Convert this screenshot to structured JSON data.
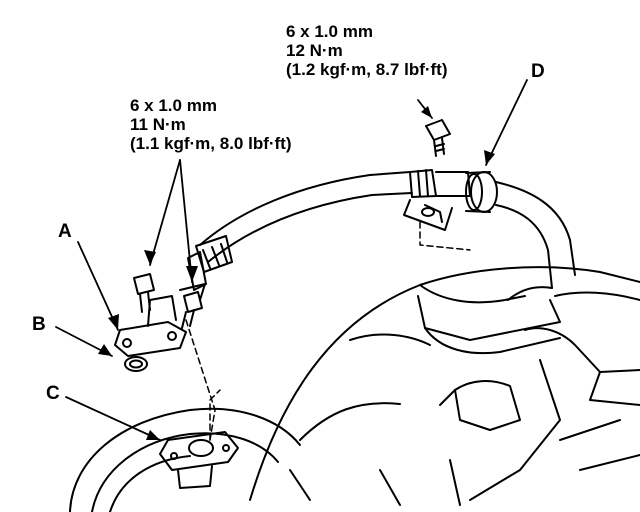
{
  "specs": {
    "upper_bolt": {
      "size": "6 x 1.0 mm",
      "torque": "12 N·m",
      "alt": "(1.2 kgf·m, 8.7 lbf·ft)"
    },
    "flange_bolts": {
      "size": "6 x 1.0 mm",
      "torque": "11 N·m",
      "alt": "(1.1 kgf·m, 8.0 lbf·ft)"
    }
  },
  "callouts": {
    "a": "A",
    "b": "B",
    "c": "C",
    "d": "D"
  },
  "colors": {
    "ink": "#000000",
    "paper": "#ffffff"
  }
}
